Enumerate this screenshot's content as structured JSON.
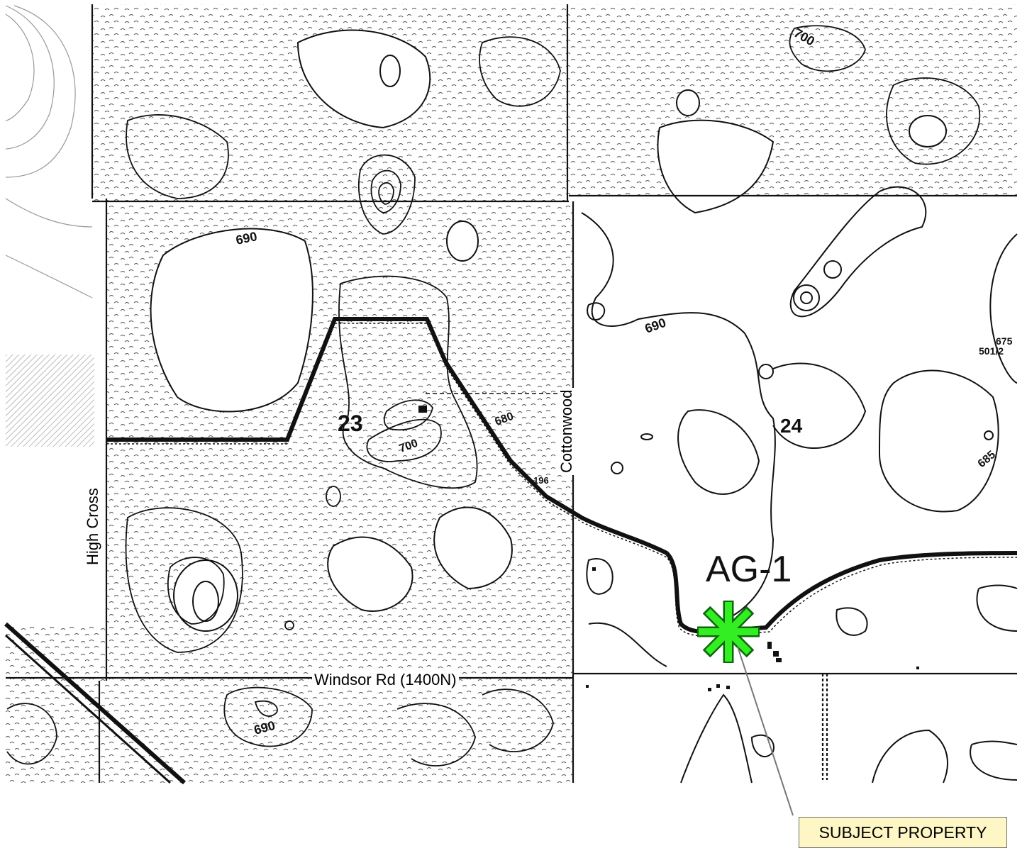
{
  "map": {
    "zoning_label": "AG-1",
    "section_numbers": [
      "23",
      "24"
    ],
    "contour_labels": {
      "c690_a": "690",
      "c690_b": "690",
      "c690_c": "690",
      "c700_a": "700",
      "c700_b": "700",
      "c680": "680",
      "c685": "685",
      "c675": "675",
      "c501": "501/2",
      "c196": "196"
    },
    "roads": {
      "windsor": "Windsor Rd (1400N)",
      "high_cross": "High Cross",
      "cottonwood": "Cottonwood"
    },
    "callout": "SUBJECT PROPERTY",
    "colors": {
      "marker": "#33ee22",
      "marker_outline": "#0a6a0a",
      "callout_bg": "#fef6c4",
      "contour": "#111111"
    }
  }
}
